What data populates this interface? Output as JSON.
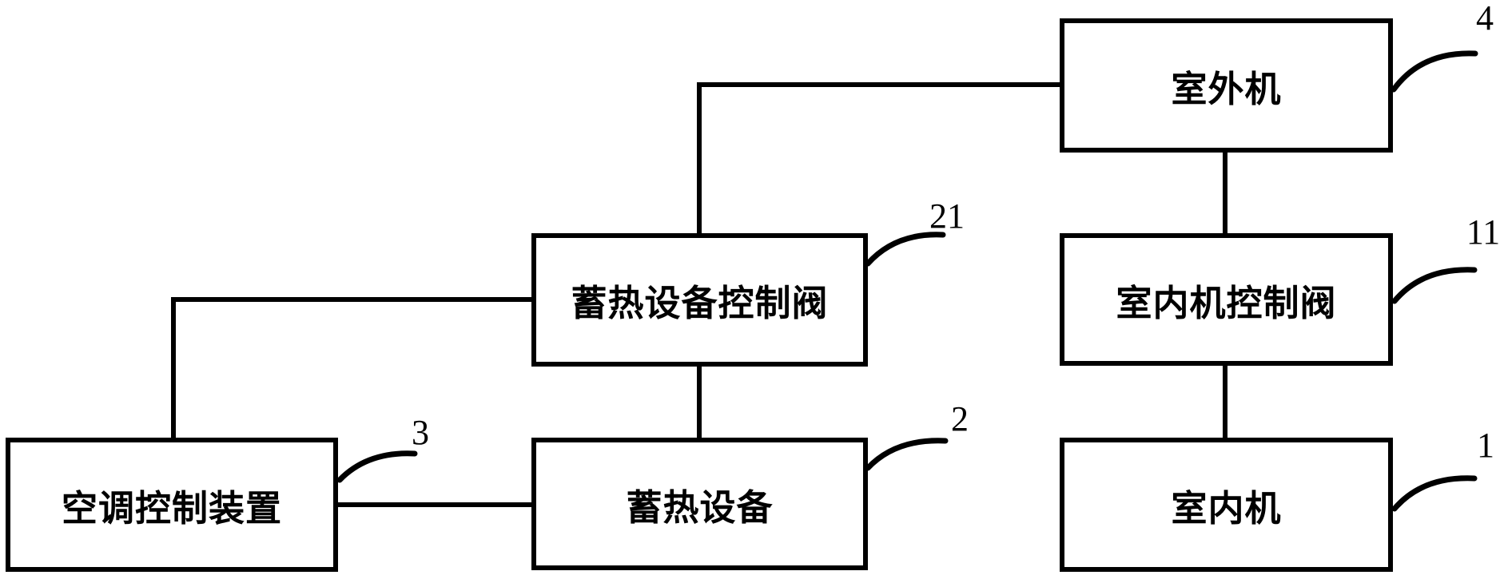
{
  "figure": {
    "background_color": "#ffffff",
    "line_color": "#000000",
    "boxes": {
      "outdoor_unit": {
        "label": "室外机",
        "ref": "4"
      },
      "storage_valve": {
        "label": "蓄热设备控制阀",
        "ref": "21"
      },
      "indoor_valve": {
        "label": "室内机控制阀",
        "ref": "11"
      },
      "ac_controller": {
        "label": "空调控制装置",
        "ref": "3"
      },
      "storage_device": {
        "label": "蓄热设备",
        "ref": "2"
      },
      "indoor_unit": {
        "label": "室内机",
        "ref": "1"
      }
    },
    "connections": [
      {
        "from": "室外机",
        "to": "蓄热设备控制阀"
      },
      {
        "from": "室外机",
        "to": "室内机控制阀"
      },
      {
        "from": "室内机控制阀",
        "to": "室内机"
      },
      {
        "from": "蓄热设备控制阀",
        "to": "蓄热设备"
      },
      {
        "from": "蓄热设备控制阀",
        "to": "空调控制装置"
      },
      {
        "from": "空调控制装置",
        "to": "蓄热设备"
      }
    ]
  }
}
